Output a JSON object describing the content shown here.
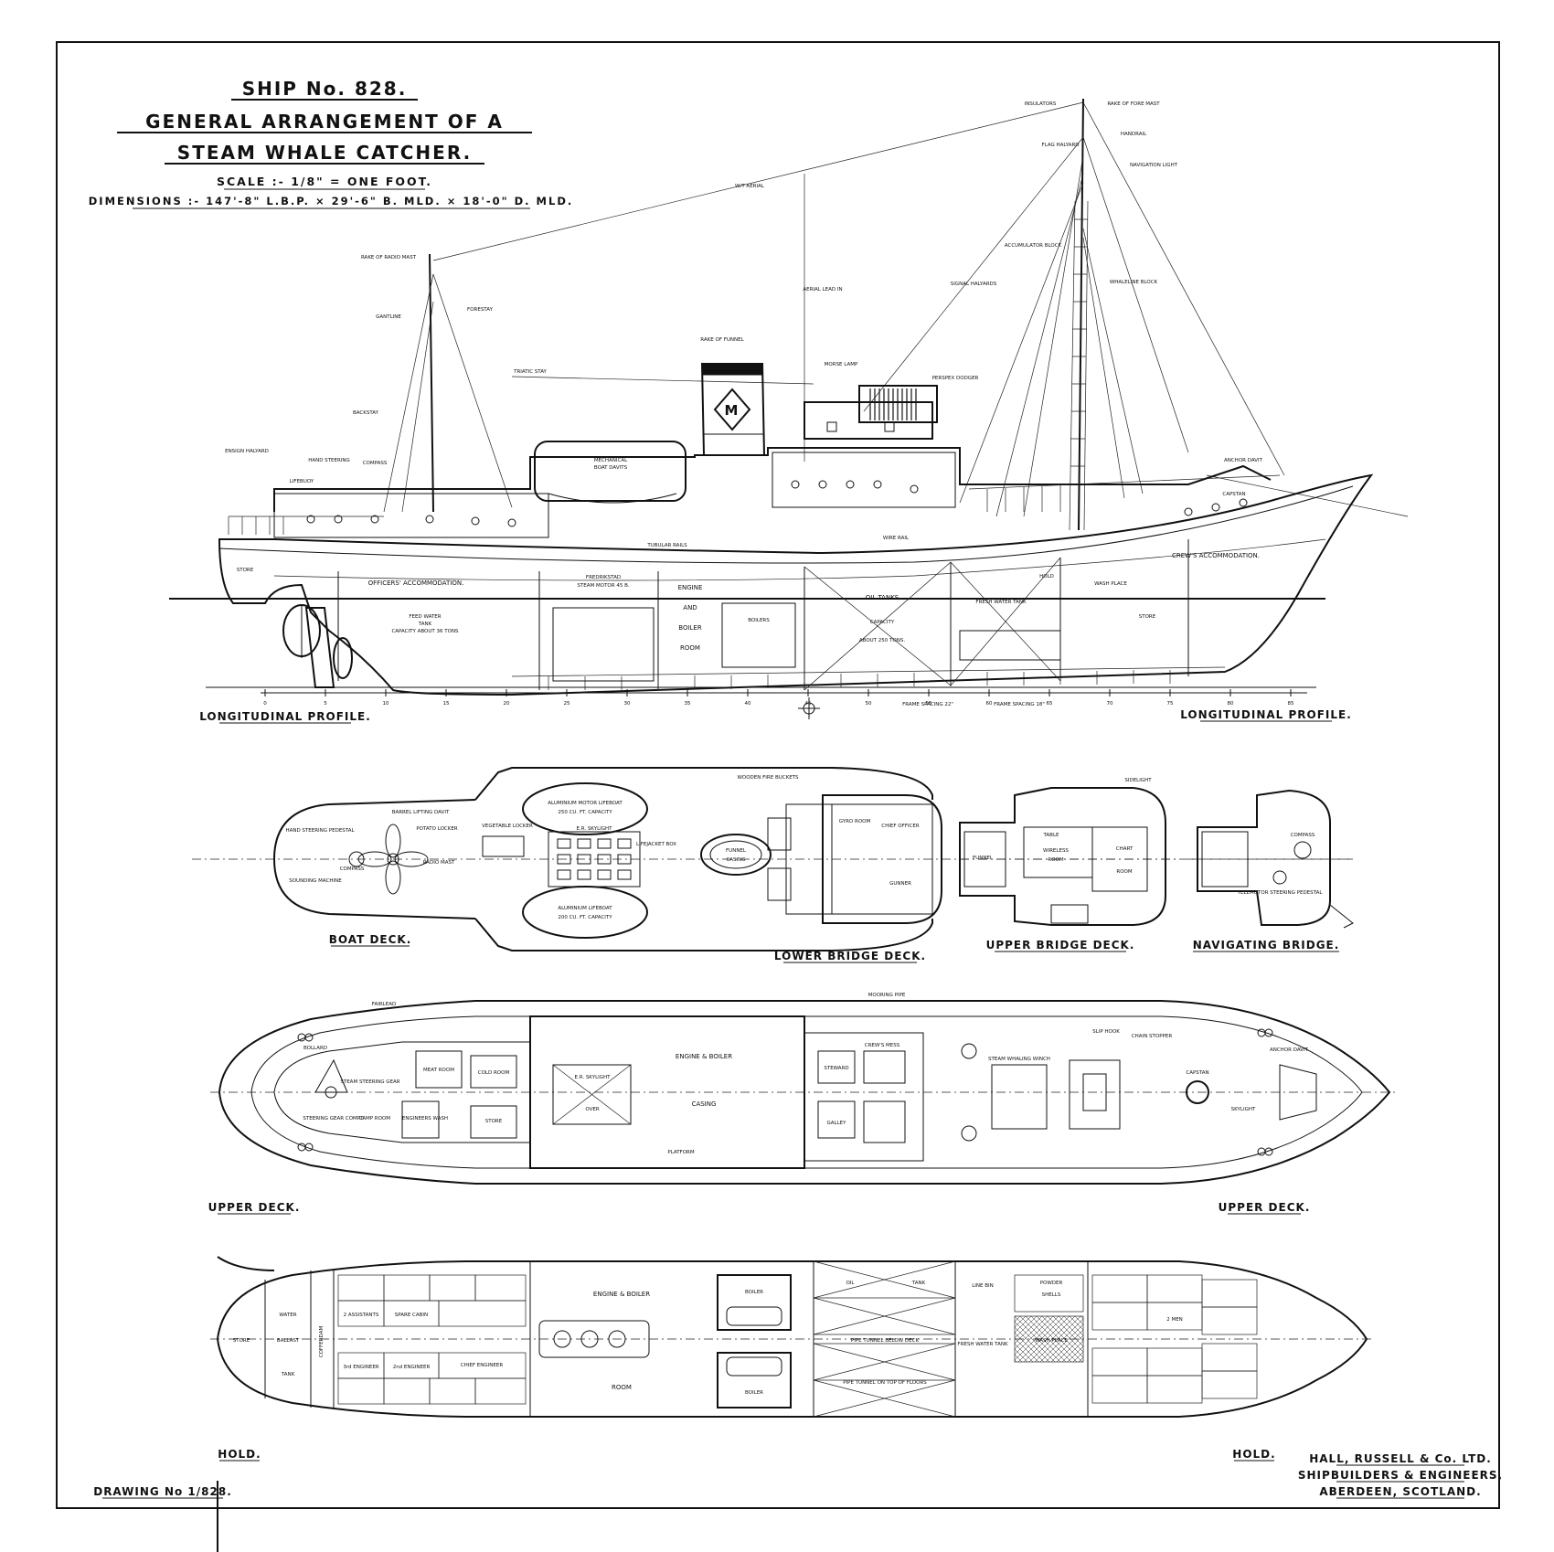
{
  "title_block": {
    "ship_no": "SHIP No. 828.",
    "line1": "GENERAL ARRANGEMENT OF A",
    "line2": "STEAM WHALE CATCHER.",
    "scale": "SCALE :- 1/8\" = ONE FOOT.",
    "dimensions": "DIMENSIONS :- 147'-8\" L.B.P. × 29'-6\" B. MLD. × 18'-0\" D. MLD."
  },
  "captions": {
    "profile_left": "LONGITUDINAL PROFILE.",
    "profile_right": "LONGITUDINAL PROFILE.",
    "boat_deck": "BOAT DECK.",
    "lower_bridge_deck": "LOWER BRIDGE DECK.",
    "upper_bridge_deck": "UPPER BRIDGE DECK.",
    "navigating_bridge": "NAVIGATING BRIDGE.",
    "upper_deck_left": "UPPER DECK.",
    "upper_deck_right": "UPPER DECK.",
    "hold_left": "HOLD.",
    "hold_right": "HOLD."
  },
  "drawing_no": "DRAWING No 1/828.",
  "builder": {
    "line1": "HALL, RUSSELL & Co. LTD.",
    "line2": "SHIPBUILDERS & ENGINEERS,",
    "line3": "ABERDEEN, SCOTLAND."
  },
  "profile_labels": {
    "officers_accommodation": "OFFICERS' ACCOMMODATION.",
    "crews_accommodation": "CREW'S ACCOMMODATION.",
    "oil_tanks": "OIL TANKS",
    "oil_capacity": "CAPACITY",
    "oil_about": "ABOUT 250 TONS.",
    "engine": "ENGINE",
    "and": "AND",
    "boiler": "BOILER",
    "room": "ROOM",
    "boilers": "BOILERS",
    "mechanical_boat_davits": "MECHANICAL BOAT DAVITS",
    "fredrikstad": "FREDRIKSTAD",
    "steam_motor": "STEAM MOTOR 45 B.",
    "hold": "HOLD",
    "wash_place": "WASH PLACE",
    "store": "STORE",
    "store_aft": "STORE",
    "feed_water": "FEED WATER",
    "tank": "TANK",
    "fw_capacity": "CAPACITY ABOUT 36 TONS",
    "fresh_water_tank": "FRESH WATER TANK",
    "frame_spacing_22": "FRAME SPACING 22\"",
    "frame_spacing_18": "FRAME SPACING 18\"",
    "tubular_rails": "TUBULAR RAILS",
    "wire_rail": "WIRE RAIL",
    "capstan": "CAPSTAN",
    "anchor_davit": "ANCHOR DAVIT",
    "funnel_mark": "M",
    "insulators": "INSULATORS",
    "wt_aerial": "W/T AERIAL",
    "aerial_lead_in": "AERIAL LEAD IN",
    "triatic_stay": "TRIATIC STAY",
    "forestay": "FORESTAY",
    "backstay": "BACKSTAY",
    "gantline": "GANTLINE",
    "ensign_halyard": "ENSIGN HALYARD",
    "handrail": "HANDRAIL",
    "flag_halyard": "FLAG HALYARD",
    "navigation_light": "NAVIGATION LIGHT",
    "signal_halyards": "SIGNAL HALYARDS",
    "perspex_dodger": "PERSPEX DODGER",
    "morse_lamp": "MORSE LAMP",
    "accumulator_block": "ACCUMULATOR BLOCK",
    "whaleline_block": "WHALELINE BLOCK",
    "rake_fore_mast": "RAKE OF FORE MAST",
    "rake_radio_mast": "RAKE OF RADIO MAST",
    "rake_funnel": "RAKE OF FUNNEL",
    "compass": "COMPASS",
    "lifebuoy": "LIFEBUOY",
    "hand_steering": "HAND STEERING"
  },
  "boat_deck_labels": {
    "hand_steering": "HAND STEERING PEDESTAL",
    "compass": "COMPASS",
    "sounding_machine": "SOUNDING MACHINE",
    "barrel_lifting_davit": "BARREL LIFTING DAVIT",
    "radio_mast": "RADIO MAST",
    "potato_locker": "POTATO LOCKER",
    "vegetable_locker": "VEGETABLE LOCKER",
    "er_skylight": "E.R. SKYLIGHT",
    "aluminium_motor_lifeboat": "ALUMINIUM MOTOR LIFEBOAT",
    "motor_capacity": "250 CU. FT. CAPACITY",
    "aluminium_lifeboat": "ALUMINIUM LIFEBOAT",
    "lifeboat_capacity": "200 CU. FT. CAPACITY",
    "lifejacket_box": "LIFEJACKET BOX",
    "funnel": "FUNNEL",
    "casing": "CASING",
    "gyro_room": "GYRO ROOM",
    "chief_officer": "CHIEF OFFICER",
    "gunner": "GUNNER",
    "wooden_fire_buckets": "WOODEN FIRE BUCKETS"
  },
  "upper_bridge_labels": {
    "table": "TABLE",
    "wireless": "WIRELESS",
    "room": "ROOM",
    "chart": "CHART",
    "chart_room": "ROOM",
    "funnel": "FUNNEL",
    "sidelight": "SIDELIGHT"
  },
  "nav_bridge_labels": {
    "compass": "COMPASS",
    "telemotor": "TELEMOTOR STEERING PEDESTAL"
  },
  "upper_deck_labels": {
    "meat_room": "MEAT ROOM",
    "cold_room": "COLD ROOM",
    "steam_steering_gear": "STEAM STEERING GEAR",
    "steering_gear_compt": "STEERING GEAR COMPT.",
    "lamp_room": "LAMP ROOM",
    "engineers_wash": "ENGINEERS WASH",
    "store": "STORE",
    "engine_boiler": "ENGINE & BOILER",
    "casing": "CASING",
    "platform": "PLATFORM",
    "er_skylight": "E.R. SKYLIGHT",
    "over": "OVER",
    "crews_mess": "CREW'S MESS",
    "steward": "STEWARD",
    "galley": "GALLEY",
    "steam_whaling_winch": "STEAM WHALING WINCH",
    "capstan": "CAPSTAN",
    "chain_stopper": "CHAIN STOPPER",
    "slip_hook": "SLIP HOOK",
    "mooring_pipe": "MOORING PIPE",
    "fairlead": "FAIRLEAD",
    "bollard": "BOLLARD",
    "anchor_davit": "ANCHOR DAVIT",
    "skylight": "SKYLIGHT"
  },
  "hold_labels": {
    "store": "STORE",
    "water": "WATER",
    "ballast": "BALLAST",
    "tank": "TANK",
    "cofferdam": "COFFERDAM",
    "engine_boiler": "ENGINE & BOILER",
    "room": "ROOM",
    "boiler_top": "BOILER",
    "boiler_bottom": "BOILER",
    "oil": "OIL",
    "oil_tank": "TANK",
    "line_bin": "LINE BIN",
    "fresh_water_tank": "FRESH WATER TANK",
    "powder": "POWDER",
    "shells": "SHELLS",
    "two_men": "2 MEN",
    "spare_cabin": "SPARE CABIN",
    "chief_engineer": "CHIEF ENGINEER",
    "assistants": "2 ASSISTANTS",
    "engineer_3rd": "3rd ENGINEER",
    "engineer_2nd": "2nd ENGINEER",
    "pipe_tunnel": "PIPE TUNNEL BELOW DECK",
    "pipe_tunnel_floors": "PIPE TUNNEL ON TOP OF FLOORS",
    "wash_place": "WASH PLACE"
  },
  "frame_numbers": [
    "0",
    "5",
    "10",
    "15",
    "20",
    "25",
    "30",
    "35",
    "40",
    "45",
    "50",
    "55",
    "60",
    "65",
    "70",
    "75",
    "80",
    "85"
  ]
}
